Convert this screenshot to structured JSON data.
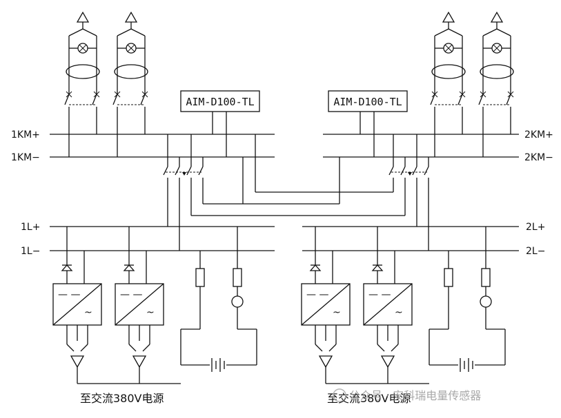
{
  "modules": {
    "left": "AIM-D100-TL",
    "right": "AIM-D100-TL"
  },
  "buses": {
    "km_pos_left": "1KM+",
    "km_neg_left": "1KM−",
    "km_pos_right": "2KM+",
    "km_neg_right": "2KM−",
    "l_pos_left": "1L+",
    "l_neg_left": "1L−",
    "l_pos_right": "2L+",
    "l_neg_right": "2L−"
  },
  "captions": {
    "left": "至交流380V电源",
    "right": "至交流380V电源"
  },
  "watermark": "公众号 · 安科瑞电量传感器",
  "converter_symbols": {
    "dc": "— —",
    "ac": "~"
  },
  "icons": {
    "bulb": "lamp-cross-icon",
    "ct": "current-transformer-icon",
    "battery": "battery-icon",
    "fuse": "fuse-icon",
    "diode": "diode-icon",
    "converter": "ac-dc-converter-icon"
  }
}
